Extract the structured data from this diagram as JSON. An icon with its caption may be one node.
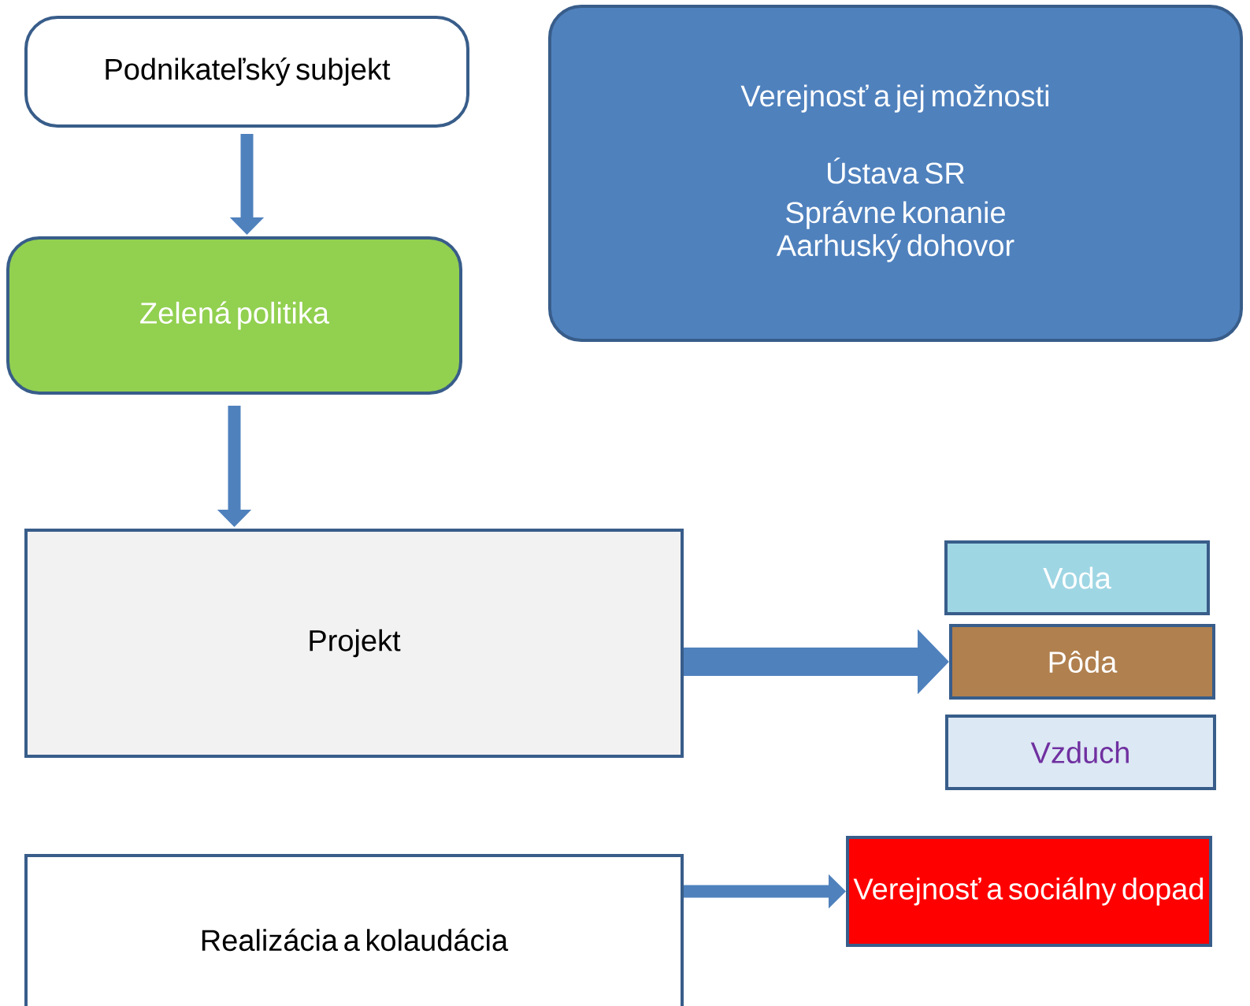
{
  "diagram": {
    "nodes": [
      {
        "text": [
          "Podnikateľský subjekt"
        ]
      },
      {
        "text": [
          "Zelená politika"
        ]
      },
      {
        "text": [
          "Verejnosť a jej možnosti",
          "Ústava SR",
          "Správne konanie",
          "Aarhuský dohovor"
        ]
      },
      {
        "text": [
          "Projekt"
        ]
      },
      {
        "text": [
          "Voda"
        ]
      },
      {
        "text": [
          "Pôda"
        ]
      },
      {
        "text": [
          "Vzduch"
        ]
      },
      {
        "text": [
          "Realizácia a kolaudácia"
        ]
      },
      {
        "text": [
          "Verejnosť a sociálny dopad"
        ]
      }
    ],
    "edges": [
      {
        "from": 0,
        "to": 1,
        "arrow": "to"
      },
      {
        "from": 1,
        "to": 3,
        "arrow": "to"
      },
      {
        "from": 3,
        "to": 5,
        "arrow": "to",
        "style": "thick"
      },
      {
        "from": 7,
        "to": 8,
        "arrow": "to"
      }
    ]
  }
}
